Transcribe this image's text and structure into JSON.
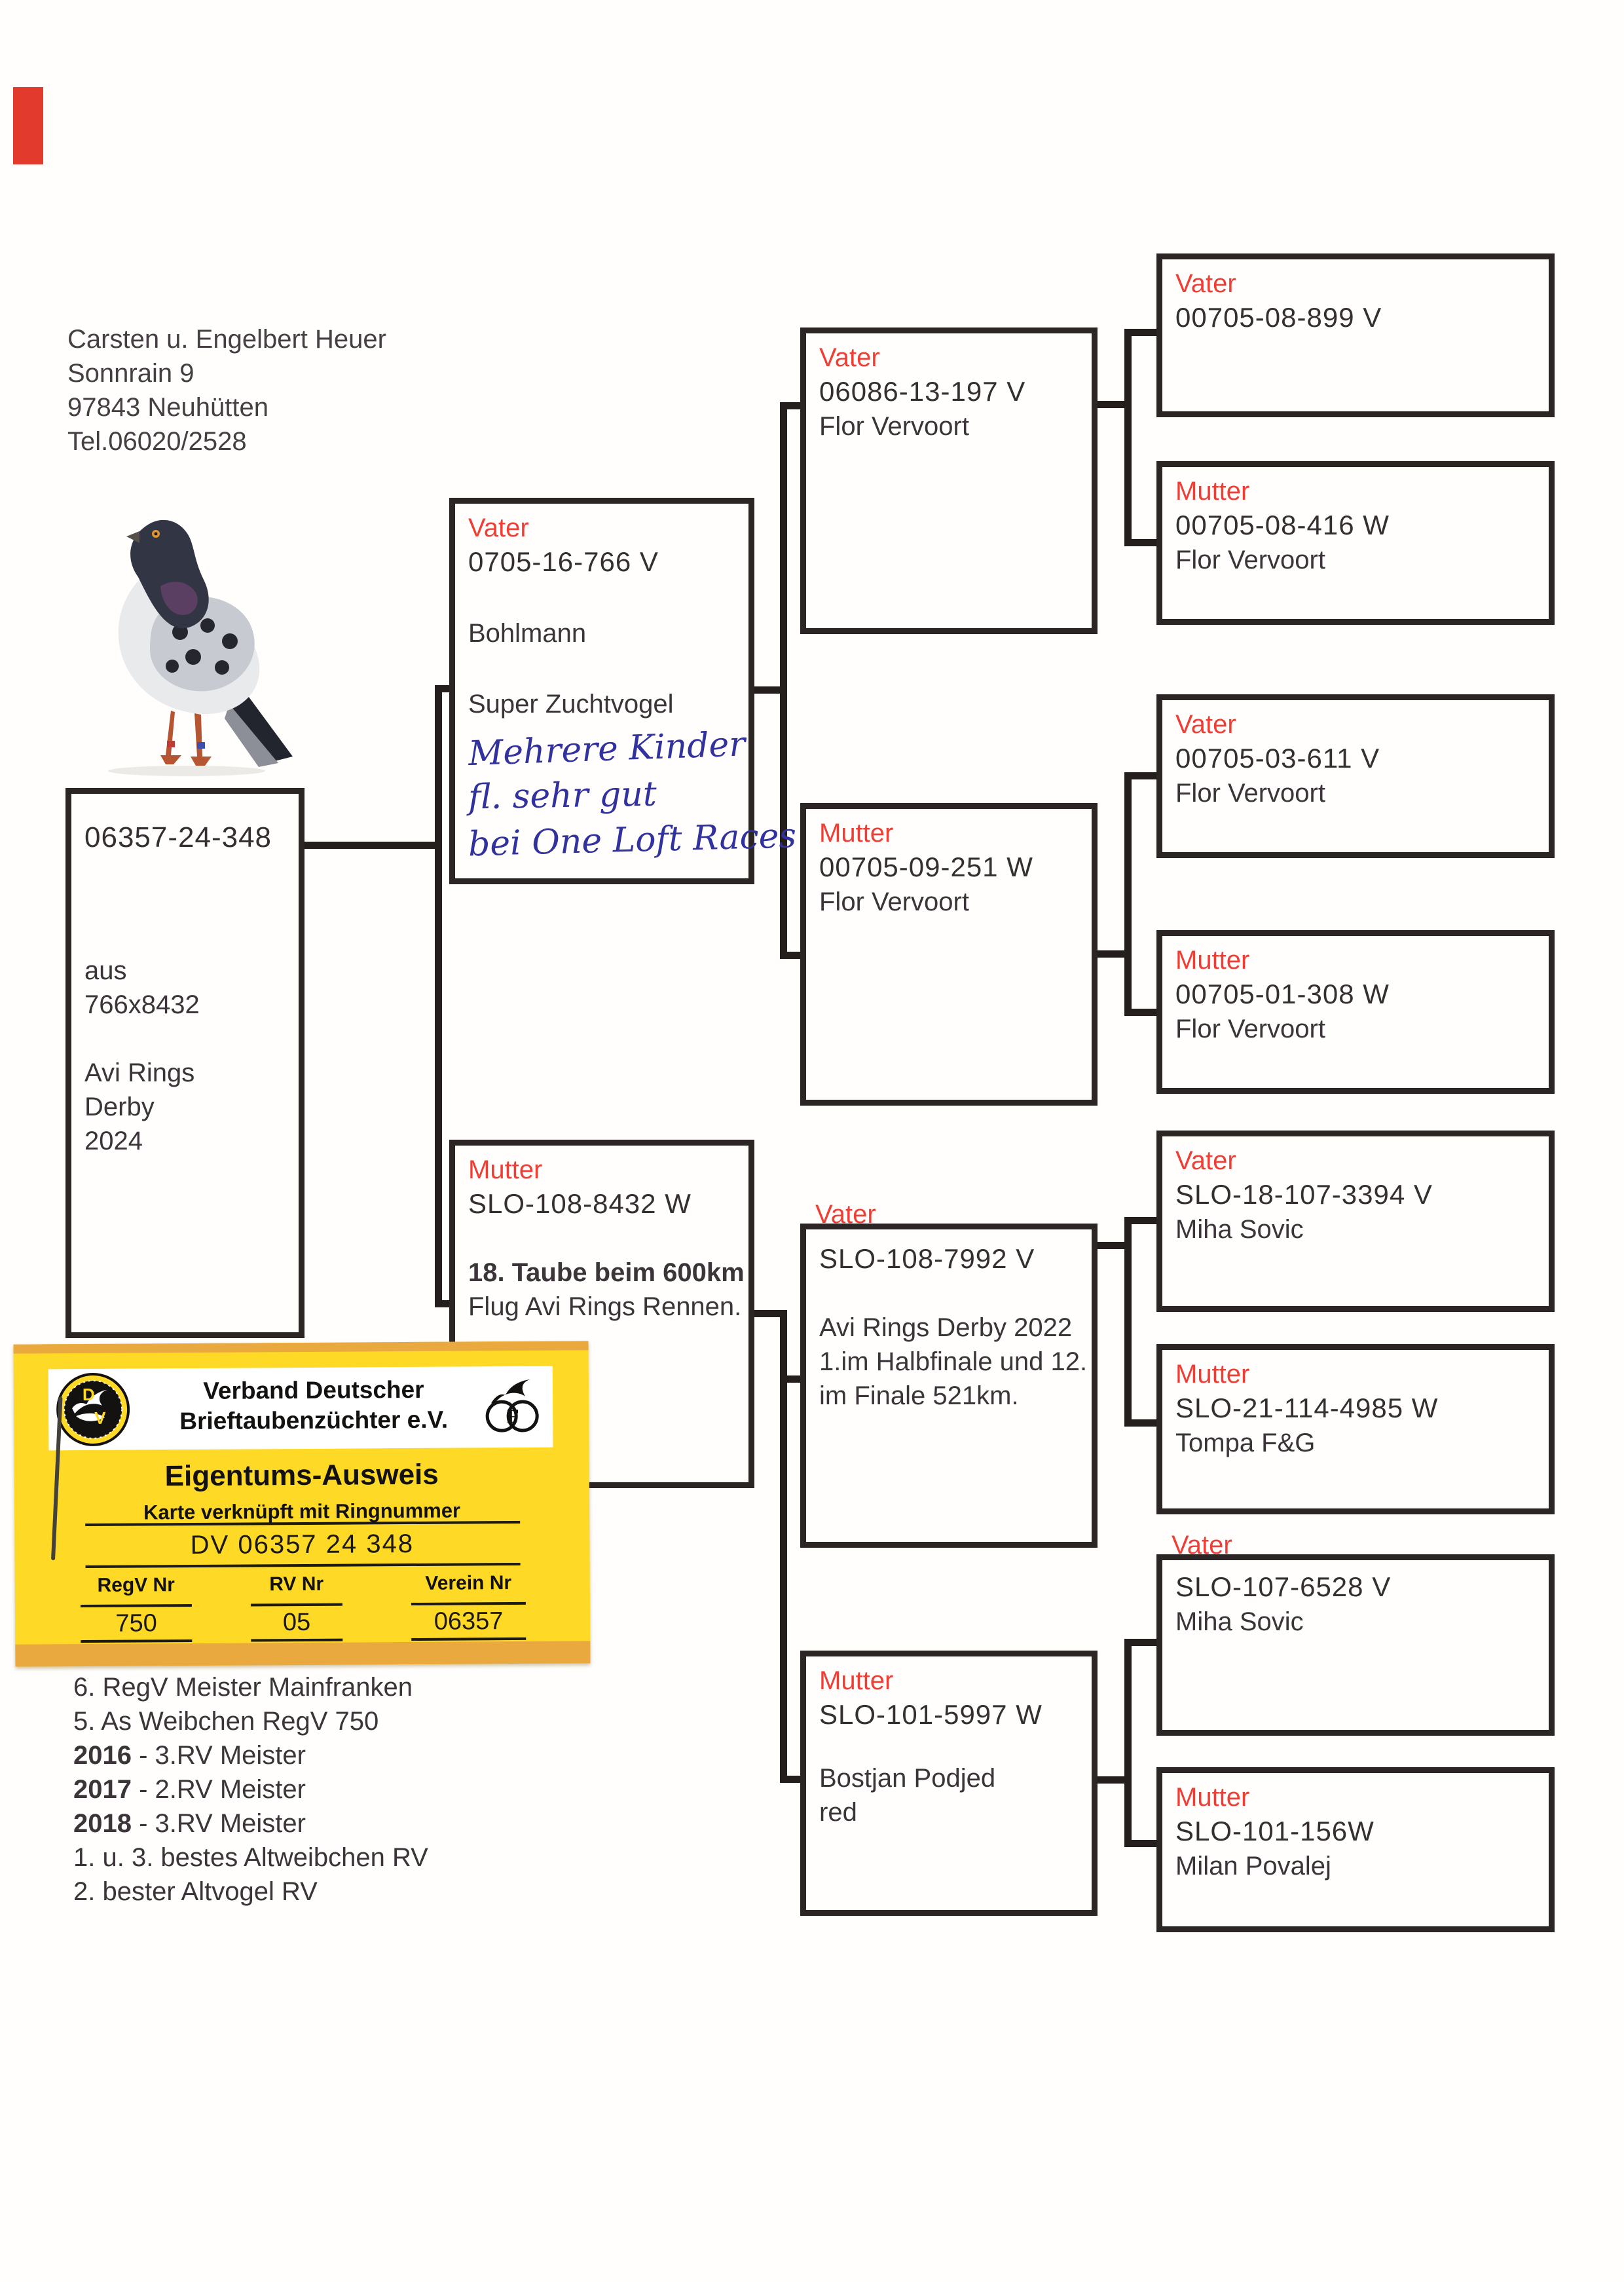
{
  "colors": {
    "accent_red": "#ee3f36",
    "border_dark": "#2b2523",
    "card_yellow": "#fed925",
    "card_band_orange": "#eaa93e",
    "handwriting_blue": "#32329e",
    "ink": "#3b3439"
  },
  "breeder": {
    "line1": "Carsten u. Engelbert Heuer",
    "line2": "Sonnrain 9",
    "line3": "97843 Neuhütten",
    "line4": "Tel.06020/2528"
  },
  "main_bird": {
    "ring": "06357-24-348",
    "origin_label": "aus",
    "origin": "766x8432",
    "race1": "Avi Rings",
    "race2": "Derby",
    "race3": "2024"
  },
  "father": {
    "label": "Vater",
    "ring": "0705-16-766 V",
    "name": "Bohlmann",
    "note": "Super Zuchtvogel",
    "hw1": "Mehrere Kinder",
    "hw2": "fl. sehr gut",
    "hw3": "bei One Loft Races"
  },
  "mother": {
    "label": "Mutter",
    "ring": "SLO-108-8432 W",
    "note_bold": "18. Taube beim 600km",
    "note": "Flug Avi Rings Rennen."
  },
  "gp": [
    {
      "label": "Vater",
      "ring": "06086-13-197 V",
      "name": "Flor Vervoort"
    },
    {
      "label": "Mutter",
      "ring": "00705-09-251 W",
      "name": "Flor Vervoort"
    },
    {
      "label": "Vater",
      "ring": "SLO-108-7992 V",
      "note1": "Avi Rings Derby 2022",
      "note2": "1.im Halbfinale und 12.",
      "note3": "im Finale 521km."
    },
    {
      "label": "Mutter",
      "ring": "SLO-101-5997 W",
      "name": "Bostjan Podjed",
      "color_note": "red"
    }
  ],
  "ggp": [
    {
      "label": "Vater",
      "ring": "00705-08-899 V",
      "name": ""
    },
    {
      "label": "Mutter",
      "ring": "00705-08-416 W",
      "name": "Flor Vervoort"
    },
    {
      "label": "Vater",
      "ring": "00705-03-611 V",
      "name": "Flor Vervoort"
    },
    {
      "label": "Mutter",
      "ring": "00705-01-308 W",
      "name": "Flor Vervoort"
    },
    {
      "label": "Vater",
      "ring": "SLO-18-107-3394 V",
      "name": "Miha Sovic"
    },
    {
      "label": "Mutter",
      "ring": "SLO-21-114-4985 W",
      "name": "Tompa F&G"
    },
    {
      "label": "Vater",
      "ring": "SLO-107-6528 V",
      "name": "Miha Sovic"
    },
    {
      "label": "Mutter",
      "ring": "SLO-101-156W",
      "name": "Milan Povalej"
    }
  ],
  "card": {
    "org_line1": "Verband Deutscher",
    "org_line2": "Brieftaubenzüchter e.V.",
    "title": "Eigentums-Ausweis",
    "subtitle": "Karte verknüpft mit Ringnummer",
    "ring_full": "DV 06357 24 348",
    "columns": [
      {
        "label": "RegV Nr",
        "value": "750"
      },
      {
        "label": "RV Nr",
        "value": "05"
      },
      {
        "label": "Verein Nr",
        "value": "06357"
      }
    ]
  },
  "achievements": [
    {
      "year": "",
      "text": "6. RegV Meister Mainfranken"
    },
    {
      "year": "",
      "text": "5. As Weibchen RegV 750"
    },
    {
      "year": "2016",
      "text": " - 3.RV Meister"
    },
    {
      "year": "2017",
      "text": " - 2.RV Meister"
    },
    {
      "year": "2018",
      "text": " - 3.RV Meister"
    },
    {
      "year": "",
      "text": "1. u. 3. bestes Altweibchen RV"
    },
    {
      "year": "",
      "text": "2. bester Altvogel RV"
    }
  ]
}
